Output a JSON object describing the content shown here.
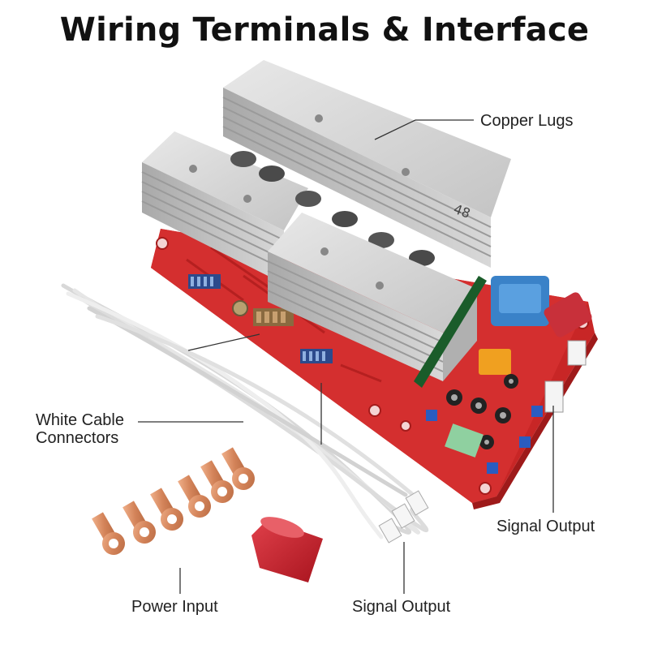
{
  "title": "Wiring Terminals & Interface",
  "callouts": {
    "copper_lugs": "Copper Lugs",
    "white_cable_line1": "White Cable",
    "white_cable_line2": "Connectors",
    "signal_output_right": "Signal Output",
    "power_input": "Power Input",
    "signal_output_bottom": "Signal Output"
  },
  "board_marking": "48",
  "colors": {
    "pcb": "#d42a2a",
    "heatsink": "#cfcfcf",
    "copper": "#d98a5c",
    "transformer": "#3a82c8",
    "relay": "#f0a020",
    "cap_sleeve": "#c8202c",
    "leader_line": "#333333"
  },
  "icons": {
    "product_photo": "inverter-driver-board-photo"
  }
}
